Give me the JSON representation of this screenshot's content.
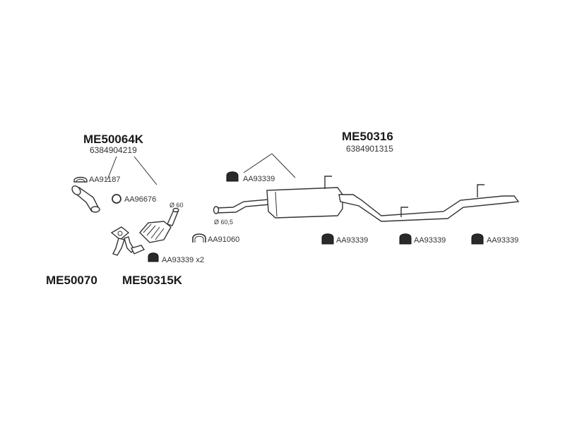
{
  "groups": {
    "front_set": {
      "title": "ME50064K",
      "code": "6384904219"
    },
    "rear_set": {
      "title": "ME50316",
      "code": "6384901315"
    },
    "front_pipe": {
      "title": "ME50070"
    },
    "catalyst_set": {
      "title": "ME50315K"
    }
  },
  "parts": {
    "clamp_front": "AA91187",
    "gasket": "AA96676",
    "mount_cat": "AA93339 x2",
    "clamp_mid": "AA91060",
    "mount_top": "AA93339",
    "mount_rear_1": "AA93339",
    "mount_rear_2": "AA93339",
    "mount_rear_3": "AA93339"
  },
  "diameters": {
    "cat_outlet": "Ø 60",
    "rear_inlet": "Ø 60,5"
  },
  "colors": {
    "line": "#333333",
    "rubber": "#2a2a2a"
  }
}
